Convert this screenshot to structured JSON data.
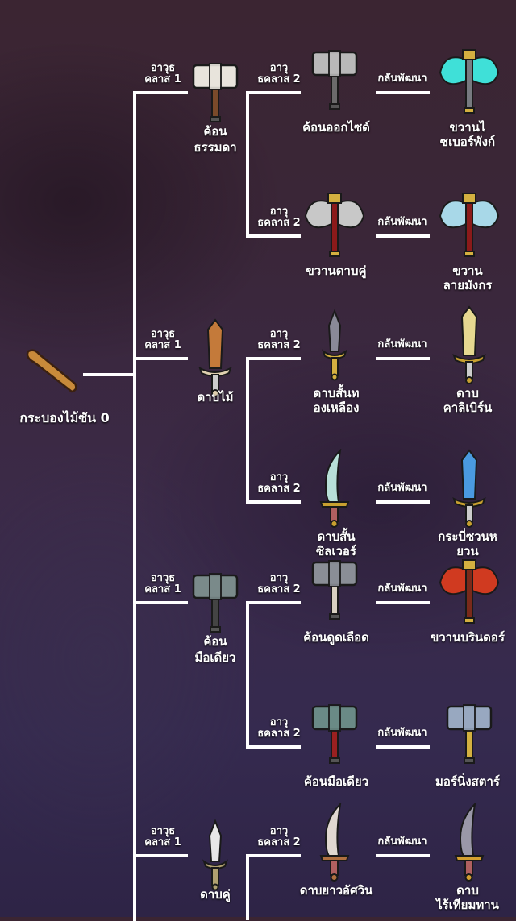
{
  "root": {
    "name": "กระบองไม้ซัน 0",
    "icon": "club-icon"
  },
  "branches": [
    {
      "class_label": [
        "อาวุธ",
        "คลาส 1"
      ],
      "name": [
        "ค้อน",
        "ธรรมดา"
      ],
      "icon": "hammer-icon",
      "colors": [
        "#e8e4dc",
        "#7a4a2a"
      ],
      "children": [
        {
          "class_label": [
            "อาวุ",
            "ธคลาส 2"
          ],
          "name": [
            "ค้อนออกไซด์"
          ],
          "icon": "hammer-icon",
          "colors": [
            "#b9b9b9",
            "#6b6b6b"
          ],
          "evolve_label": "กลันพัฒนา",
          "final": {
            "name": [
              "ขวานไ",
              "ซเบอร์พังก์"
            ],
            "icon": "axe-icon",
            "colors": [
              "#3fe0d8",
              "#777a80"
            ]
          }
        },
        {
          "class_label": [
            "อาวุ",
            "ธคลาส 2"
          ],
          "name": [
            "ขวานดาบคู่"
          ],
          "icon": "axe-icon",
          "colors": [
            "#c8c8c8",
            "#8b1a1a"
          ],
          "evolve_label": "กลันพัฒนา",
          "final": {
            "name": [
              "ขวาน",
              "ลายมังกร"
            ],
            "icon": "axe-icon",
            "colors": [
              "#a8d8e8",
              "#8b1a1a"
            ]
          }
        }
      ]
    },
    {
      "class_label": [
        "อาวุธ",
        "คลาส 1"
      ],
      "name": [
        "ดาบไม้"
      ],
      "icon": "sword-icon",
      "colors": [
        "#c47a3a",
        "#e0d0b0"
      ],
      "children": [
        {
          "class_label": [
            "อาวุ",
            "ธคลาส 2"
          ],
          "name": [
            "ดาบสั้นท",
            "องเหลือง"
          ],
          "icon": "dagger-icon",
          "colors": [
            "#8a8a98",
            "#d4b040"
          ],
          "evolve_label": "กลันพัฒนา",
          "final": {
            "name": [
              "ดาบ",
              "คาลิเบิร์น"
            ],
            "icon": "sword-icon",
            "colors": [
              "#e6d890",
              "#c8a030"
            ]
          }
        },
        {
          "class_label": [
            "อาวุ",
            "ธคลาส 2"
          ],
          "name": [
            "ดาบสั้น",
            "ซิลเวอร์"
          ],
          "icon": "sabre-icon",
          "colors": [
            "#b8e0d8",
            "#c8a030"
          ],
          "evolve_label": "กลันพัฒนา",
          "final": {
            "name": [
              "กระบี่ซวนห",
              "ยวน"
            ],
            "icon": "sword-icon",
            "colors": [
              "#4a9ae0",
              "#c8a030"
            ]
          }
        }
      ]
    },
    {
      "class_label": [
        "อาวุธ",
        "คลาส 1"
      ],
      "name": [
        "ค้อน",
        "มือเดียว"
      ],
      "icon": "hammer-icon",
      "colors": [
        "#7a8a8a",
        "#444"
      ],
      "children": [
        {
          "class_label": [
            "อาวุ",
            "ธคลาส 2"
          ],
          "name": [
            "ค้อนดูดเลือด"
          ],
          "icon": "hammer-icon",
          "colors": [
            "#8a8e96",
            "#d8d0c0"
          ],
          "evolve_label": "กลันพัฒนา",
          "final": {
            "name": [
              "ขวานบรินดอร์"
            ],
            "icon": "axe-icon",
            "colors": [
              "#d03a20",
              "#7a2a1a"
            ]
          }
        },
        {
          "class_label": [
            "อาวุ",
            "ธคลาส 2"
          ],
          "name": [
            "ค้อนมือเดียว"
          ],
          "icon": "hammer-icon",
          "colors": [
            "#6a8a86",
            "#9a2020"
          ],
          "evolve_label": "กลันพัฒนา",
          "final": {
            "name": [
              "มอร์นิ่งสตาร์"
            ],
            "icon": "hammer-icon",
            "colors": [
              "#98a8c0",
              "#d4b040"
            ]
          }
        }
      ]
    },
    {
      "class_label": [
        "อาวุธ",
        "คลาส 1"
      ],
      "name": [
        "ดาบคู่"
      ],
      "icon": "dagger-icon",
      "colors": [
        "#e8e8e8",
        "#b0a070"
      ],
      "children": [
        {
          "class_label": [
            "อาวุ",
            "ธคลาส 2"
          ],
          "name": [
            "ดาบยาวอัศวิน"
          ],
          "icon": "sabre-icon",
          "colors": [
            "#e0d8d0",
            "#b07040"
          ],
          "evolve_label": "กลันพัฒนา",
          "final": {
            "name": [
              "ดาบ",
              "ไร้เทียมทาน"
            ],
            "icon": "sabre-icon",
            "colors": [
              "#9a98a8",
              "#d4a030"
            ]
          }
        }
      ]
    }
  ]
}
